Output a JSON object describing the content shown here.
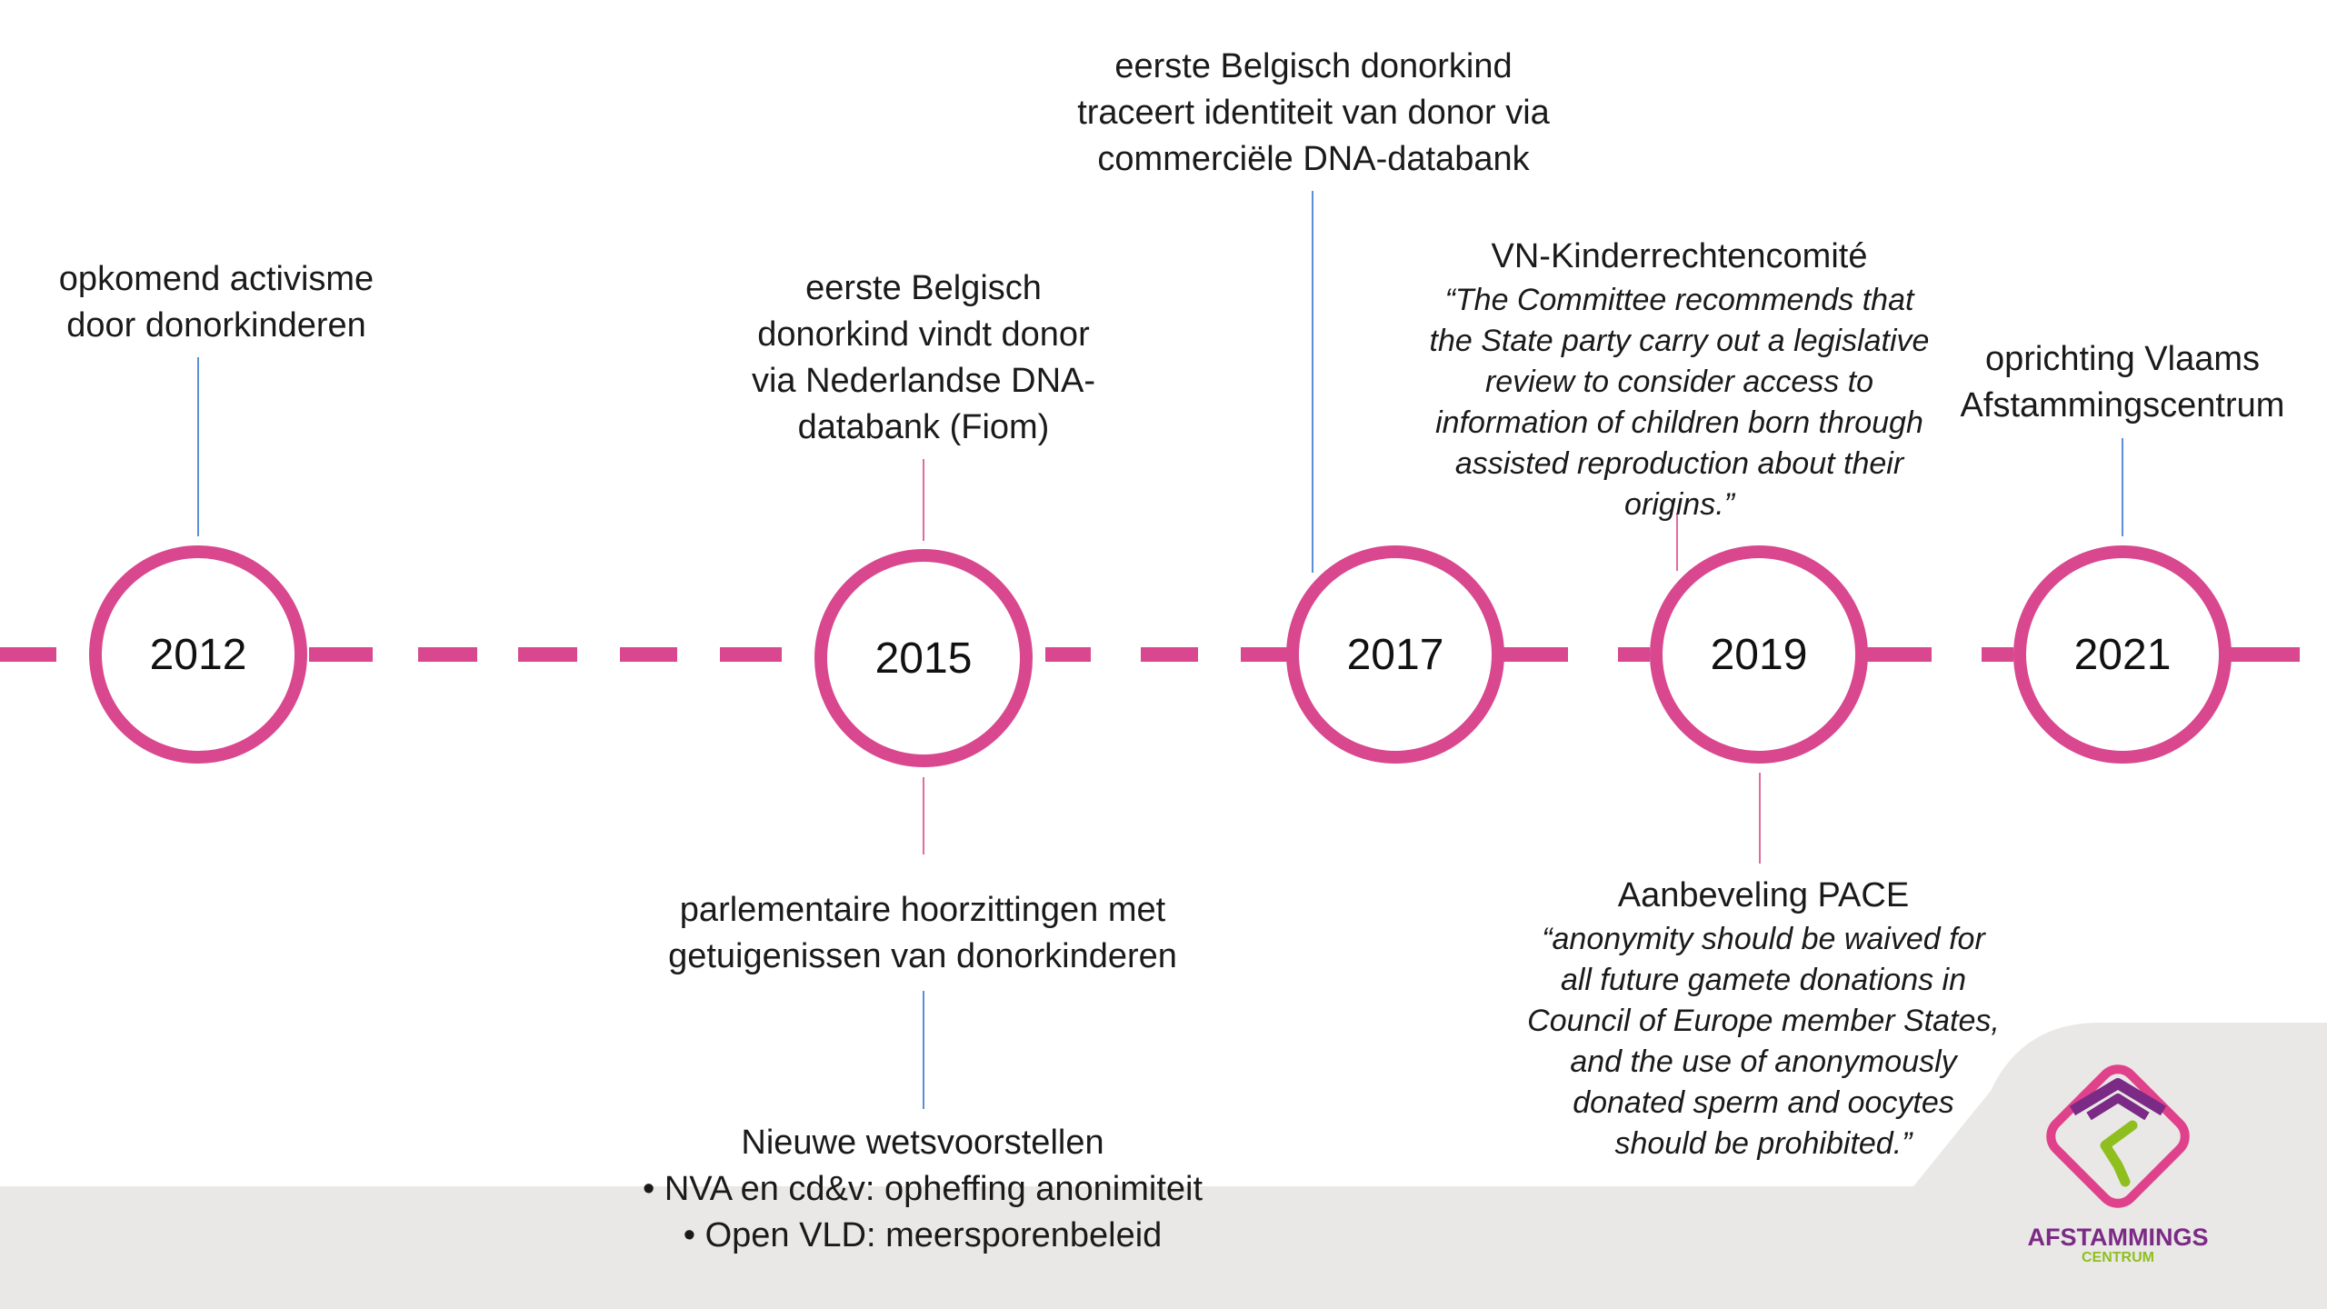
{
  "years": [
    "2012",
    "2015",
    "2017",
    "2019",
    "2021"
  ],
  "events": {
    "e2012": [
      "opkomend activisme",
      "door donorkinderen"
    ],
    "e2015_top": [
      "eerste Belgisch",
      "donorkind vindt donor",
      "via Nederlandse DNA-",
      "databank (Fiom)"
    ],
    "e2015_bottom": [
      "parlementaire hoorzittingen met",
      "getuigenissen van donorkinderen"
    ],
    "e2015_laws": {
      "title": "Nieuwe wetsvoorstellen",
      "items": [
        "NVA en cd&v: opheffing anonimiteit",
        "Open VLD: meersporenbeleid"
      ]
    },
    "e2017": [
      "eerste Belgisch donorkind",
      "traceert identiteit van donor via",
      "commerciële DNA-databank"
    ],
    "e2019_top": {
      "title": "VN-Kinderrechtencomité",
      "quote": [
        "“The Committee recommends that",
        "the State party carry out a legislative",
        "review to consider access to",
        "information of children born through",
        "assisted reproduction about their",
        "origins.”"
      ]
    },
    "e2019_bottom": {
      "title": "Aanbeveling PACE",
      "quote": [
        "“anonymity should be waived for",
        "all future gamete donations in",
        "Council of Europe member States,",
        "and the use of anonymously",
        "donated sperm and oocytes",
        "should be prohibited.”"
      ]
    },
    "e2021": [
      "oprichting Vlaams",
      "Afstammingscentrum"
    ]
  },
  "logo": {
    "line1": "AFSTAMMINGS",
    "line2": "CENTRUM"
  },
  "colors": {
    "timeline": "#d9488f",
    "connector": "#5b8fd6",
    "footer": "#e9e8e6",
    "logo_purple": "#7b2a86",
    "logo_green": "#8fbf1f"
  }
}
